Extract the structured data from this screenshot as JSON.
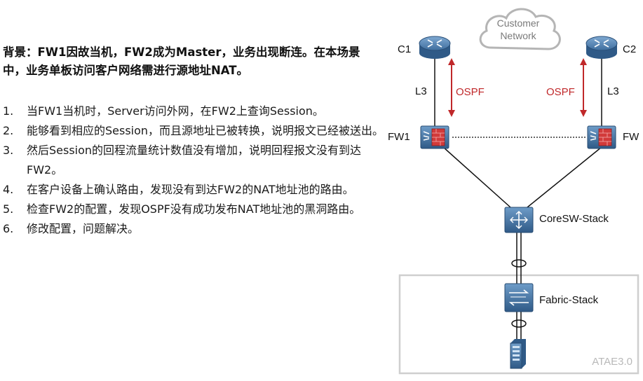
{
  "background": {
    "text": "背景：FW1因故当机，FW2成为Master，业务出现断连。在本场景中，业务单板访问客户网络需进行源地址NAT。"
  },
  "steps": [
    {
      "num": "1.",
      "text": "当FW1当机时，Server访问外网，在FW2上查询Session。"
    },
    {
      "num": "2.",
      "text": "能够看到相应的Session，而且源地址已被转换，说明报文已经被送出。"
    },
    {
      "num": "3.",
      "text": "然后Session的回程流量统计数值没有增加，说明回程报文没有到达FW2。"
    },
    {
      "num": "4.",
      "text": "在客户设备上确认路由，发现没有到达FW2的NAT地址池的路由。"
    },
    {
      "num": "5.",
      "text": "检查FW2的配置，发现OSPF没有成功发布NAT地址池的黑洞路由。"
    },
    {
      "num": "6.",
      "text": "修改配置，问题解决。"
    }
  ],
  "diagram": {
    "cloud_line1": "Customer",
    "cloud_line2": "Network",
    "router_left": "C1",
    "router_right": "C2",
    "link_left": "L3",
    "link_right": "L3",
    "ospf_left": "OSPF",
    "ospf_right": "OSPF",
    "fw_left": "FW1",
    "fw_right": "FW",
    "core": "CoreSW-Stack",
    "fabric": "Fabric-Stack",
    "atae": "ATAE3.0",
    "colors": {
      "device_blue": "#3d6a9a",
      "ospf_red": "#c0282a",
      "firewall_red": "#d23a3a"
    }
  }
}
